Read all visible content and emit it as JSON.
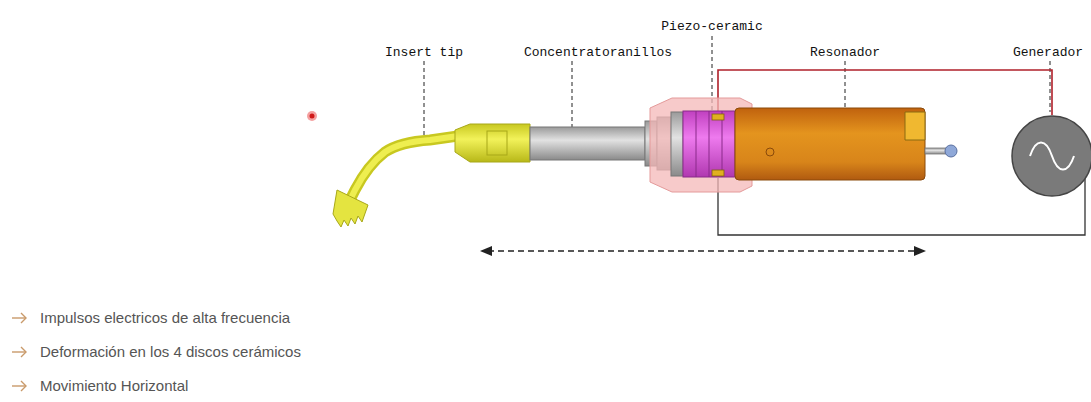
{
  "diagram": {
    "labels": [
      "Piezo-ceramic",
      "Insert tip",
      "Concentratoranillos",
      "Resonador",
      "Generador",
      "Impulsos electricos de alta frecuencia",
      "Deformación en los 4 discos cerámicos",
      "Movimiento Horizontal"
    ]
  }
}
